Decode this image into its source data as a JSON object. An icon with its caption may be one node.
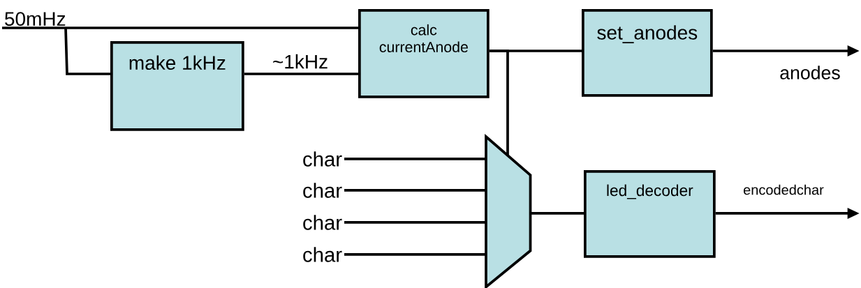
{
  "diagram": {
    "nodes": [
      {
        "text": [
          "50mHz"
        ]
      },
      {
        "text": [
          "make 1kHz"
        ]
      },
      {
        "text": [
          "calc currentAnode"
        ]
      },
      {
        "text": [
          "set_anodes"
        ]
      },
      {
        "text": [],
        "shape": "trapezoid"
      },
      {
        "text": [
          "char"
        ]
      },
      {
        "text": [
          "char"
        ]
      },
      {
        "text": [
          "char"
        ]
      },
      {
        "text": [
          "char"
        ]
      },
      {
        "text": [
          "led_decoder"
        ]
      }
    ],
    "edges": [
      {
        "from": 0,
        "to": 2,
        "arrow": "none"
      },
      {
        "from": 0,
        "to": 1,
        "arrow": "none"
      },
      {
        "from": 1,
        "to": 2,
        "arrow": "none",
        "label": "~1kHz"
      },
      {
        "from": 2,
        "to": 3,
        "arrow": "none"
      },
      {
        "from": 2,
        "to": 4,
        "arrow": "none"
      },
      {
        "from": 5,
        "to": 4,
        "arrow": "none"
      },
      {
        "from": 6,
        "to": 4,
        "arrow": "none"
      },
      {
        "from": 7,
        "to": 4,
        "arrow": "none"
      },
      {
        "from": 8,
        "to": 4,
        "arrow": "none"
      },
      {
        "from": 4,
        "to": 9,
        "arrow": "none"
      },
      {
        "from": 3,
        "to": null,
        "arrow": "to",
        "label": "anodes"
      },
      {
        "from": 9,
        "to": null,
        "arrow": "to",
        "label": "encodedchar"
      }
    ]
  }
}
